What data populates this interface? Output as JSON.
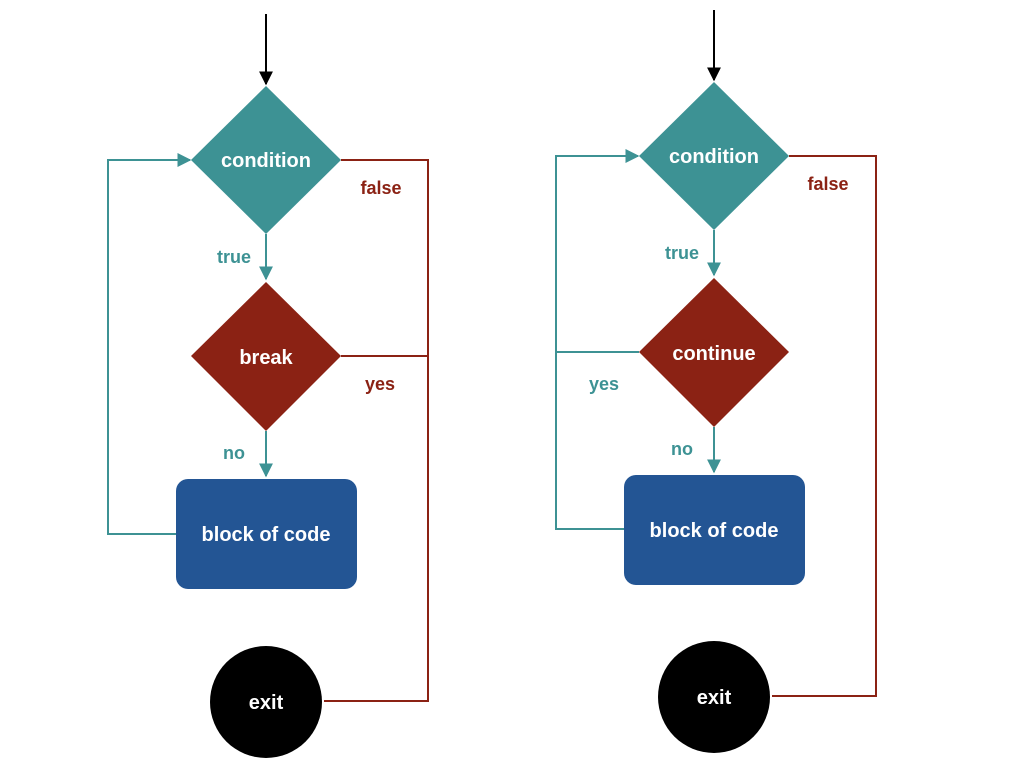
{
  "colors": {
    "teal": "#3d9294",
    "dark_red": "#8b2214",
    "blue": "#235594",
    "black": "#000000",
    "white": "#ffffff"
  },
  "break_flow": {
    "condition_label": "condition",
    "true_label": "true",
    "false_label": "false",
    "break_label": "break",
    "yes_label": "yes",
    "no_label": "no",
    "block_label": "block of code",
    "exit_label": "exit"
  },
  "continue_flow": {
    "condition_label": "condition",
    "true_label": "true",
    "false_label": "false",
    "continue_label": "continue",
    "yes_label": "yes",
    "no_label": "no",
    "block_label": "block of code",
    "exit_label": "exit"
  }
}
